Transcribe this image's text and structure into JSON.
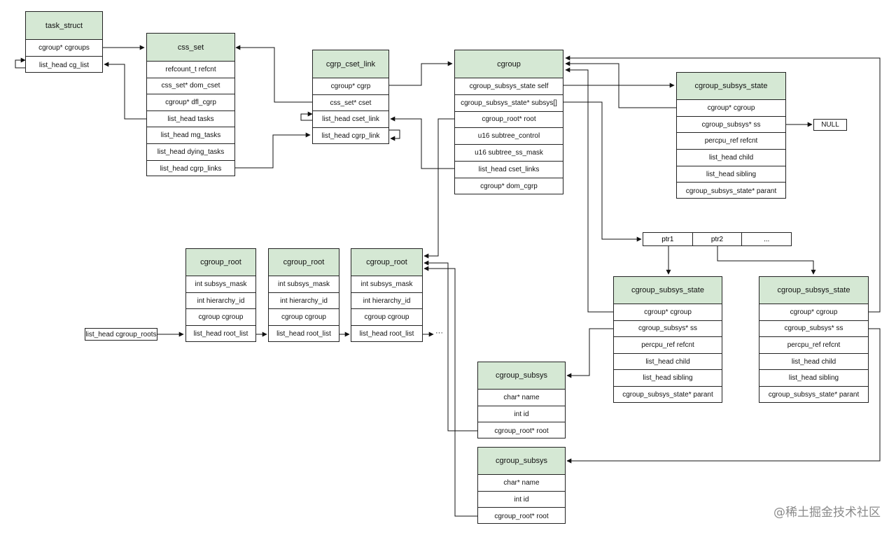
{
  "task_struct": {
    "title": "task_struct",
    "fields": [
      "cgroup* cgroups",
      "list_head cg_list"
    ]
  },
  "css_set": {
    "title": "css_set",
    "fields": [
      "refcount_t refcnt",
      "css_set* dom_cset",
      "cgroup* dfl_cgrp",
      "list_head tasks",
      "list_head mg_tasks",
      "list_head dying_tasks",
      "list_head cgrp_links"
    ]
  },
  "cgrp_cset_link": {
    "title": "cgrp_cset_link",
    "fields": [
      "cgroup* cgrp",
      "css_set* cset",
      "list_head cset_link",
      "list_head cgrp_link"
    ]
  },
  "cgroup": {
    "title": "cgroup",
    "fields": [
      "cgroup_subsys_state self",
      "cgroup_subsys_state* subsys[]",
      "cgroup_root* root",
      "u16 subtree_control",
      "u16 subtree_ss_mask",
      "list_head cset_links",
      "cgroup* dom_cgrp"
    ]
  },
  "css_top": {
    "title": "cgroup_subsys_state",
    "fields": [
      "cgroup* cgroup",
      "cgroup_subsys* ss",
      "percpu_ref refcnt",
      "list_head child",
      "list_head sibling",
      "cgroup_subsys_state* parant"
    ]
  },
  "null_label": "NULL",
  "ptr_array": [
    "ptr1",
    "ptr2",
    "..."
  ],
  "css_mid": {
    "title": "cgroup_subsys_state",
    "fields": [
      "cgroup* cgroup",
      "cgroup_subsys* ss",
      "percpu_ref refcnt",
      "list_head child",
      "list_head sibling",
      "cgroup_subsys_state* parant"
    ]
  },
  "css_right": {
    "title": "cgroup_subsys_state",
    "fields": [
      "cgroup* cgroup",
      "cgroup_subsys* ss",
      "percpu_ref refcnt",
      "list_head child",
      "list_head sibling",
      "cgroup_subsys_state* parant"
    ]
  },
  "roots_head": "list_head cgroup_roots",
  "root1": {
    "title": "cgroup_root",
    "fields": [
      "int subsys_mask",
      "int hierarchy_id",
      "cgroup cgroup",
      "list_head root_list"
    ]
  },
  "root2": {
    "title": "cgroup_root",
    "fields": [
      "int subsys_mask",
      "int hierarchy_id",
      "cgroup cgroup",
      "list_head root_list"
    ]
  },
  "root3": {
    "title": "cgroup_root",
    "fields": [
      "int subsys_mask",
      "int hierarchy_id",
      "cgroup cgroup",
      "list_head root_list"
    ]
  },
  "root_more": "···",
  "subsys1": {
    "title": "cgroup_subsys",
    "fields": [
      "char* name",
      "int id",
      "cgroup_root* root"
    ]
  },
  "subsys2": {
    "title": "cgroup_subsys",
    "fields": [
      "char* name",
      "int id",
      "cgroup_root* root"
    ]
  },
  "watermark": "@稀土掘金技术社区"
}
